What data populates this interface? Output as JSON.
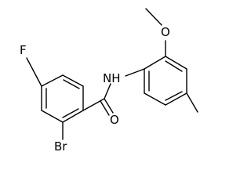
{
  "structure": {
    "atoms": {
      "fluorine": "F",
      "bromine": "Br",
      "oxygen_carbonyl": "O",
      "nitrogen_amide": "NH",
      "oxygen_methoxy": "O"
    }
  },
  "colors": {
    "bond": "#000000",
    "label": "#000000",
    "background": "#ffffff"
  }
}
